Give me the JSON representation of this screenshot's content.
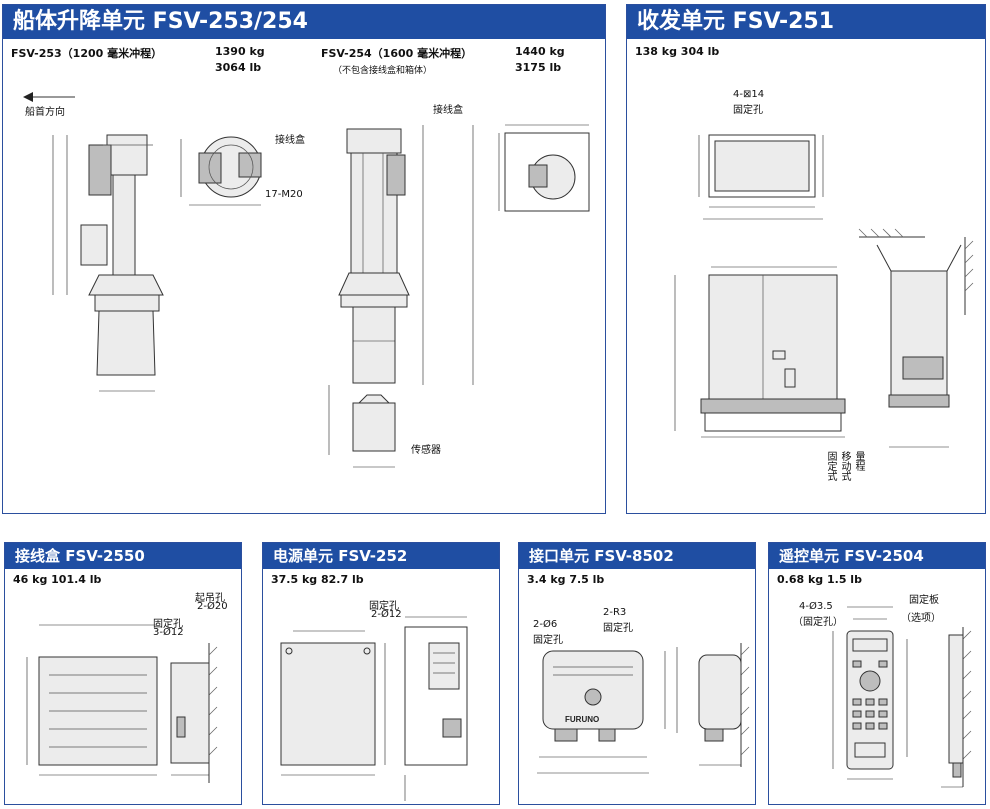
{
  "panels": {
    "hoist": {
      "title": "船体升降单元  FSV-253/254",
      "fsv253": {
        "label": "FSV-253（1200 毫米冲程）",
        "weight_kg": "1390 kg",
        "weight_lb": "3064 lb"
      },
      "fsv254": {
        "label": "FSV-254（1600 毫米冲程）",
        "note": "（不包含接线盒和箱体）",
        "weight_kg": "1440 kg",
        "weight_lb": "3175 lb"
      },
      "bow_direction": "船首方向",
      "junction_box": "接线盒",
      "junction_box_2": "接线盒",
      "sensor": "传感器",
      "bolts": "17-M20"
    },
    "transceiver": {
      "title": "收发单元  FSV-251",
      "weight": "138 kg  304 lb",
      "fixing_hole": "固定孔",
      "hole_spec": "4-⊠14",
      "fixed_type": "固定式",
      "mobile_type": "移动式",
      "range": "量程"
    },
    "jbox": {
      "title": "接线盒  FSV-2550",
      "weight": "46 kg  101.4 lb",
      "lifting_hole": "起吊孔",
      "lifting_spec": "2-Ø20",
      "fixing_hole": "固定孔",
      "fixing_spec": "3-Ø12"
    },
    "power": {
      "title": "电源单元  FSV-252",
      "weight": "37.5 kg  82.7 lb",
      "fixing_hole": "固定孔",
      "fixing_spec": "2-Ø12"
    },
    "interface": {
      "title": "接口单元  FSV-8502",
      "weight": "3.4 kg  7.5 lb",
      "fixing_hole": "固定孔",
      "fixing_spec": "2-Ø6",
      "fixing_hole_2": "固定孔",
      "r_spec": "2-R3",
      "brand": "FURUNO"
    },
    "remote": {
      "title": "遥控单元  FSV-2504",
      "weight": "0.68 kg  1.5 lb",
      "fixing_spec": "4-Ø3.5",
      "fixing_hole": "（固定孔）",
      "fixing_plate": "固定板",
      "option": "（选项）"
    }
  },
  "colors": {
    "header": "#1f4ea3",
    "border": "#2b4f9e"
  }
}
